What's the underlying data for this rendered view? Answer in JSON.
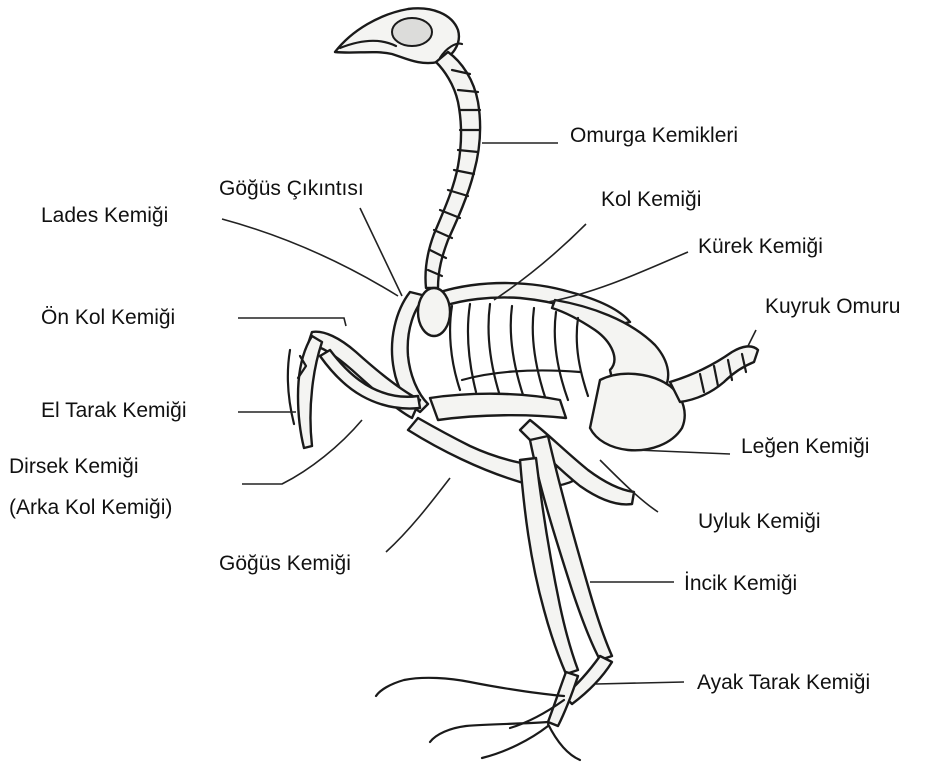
{
  "labels": {
    "omurga": "Omurga Kemikleri",
    "gogus_cikintisi": "Göğüs Çıkıntısı",
    "lades": "Lades Kemiği",
    "kol": "Kol Kemiği",
    "kurek": "Kürek Kemiği",
    "kuyruk": "Kuyruk Omuru",
    "on_kol": "Ön Kol Kemiği",
    "el_tarak": "El Tarak Kemiği",
    "dirsek_1": "Dirsek Kemiği",
    "dirsek_2": "(Arka Kol Kemiği)",
    "legen": "Leğen Kemiği",
    "uyluk": "Uyluk Kemiği",
    "gogus": "Göğüs Kemiği",
    "incik": "İncik Kemiği",
    "ayak_tarak": "Ayak Tarak Kemiği"
  }
}
